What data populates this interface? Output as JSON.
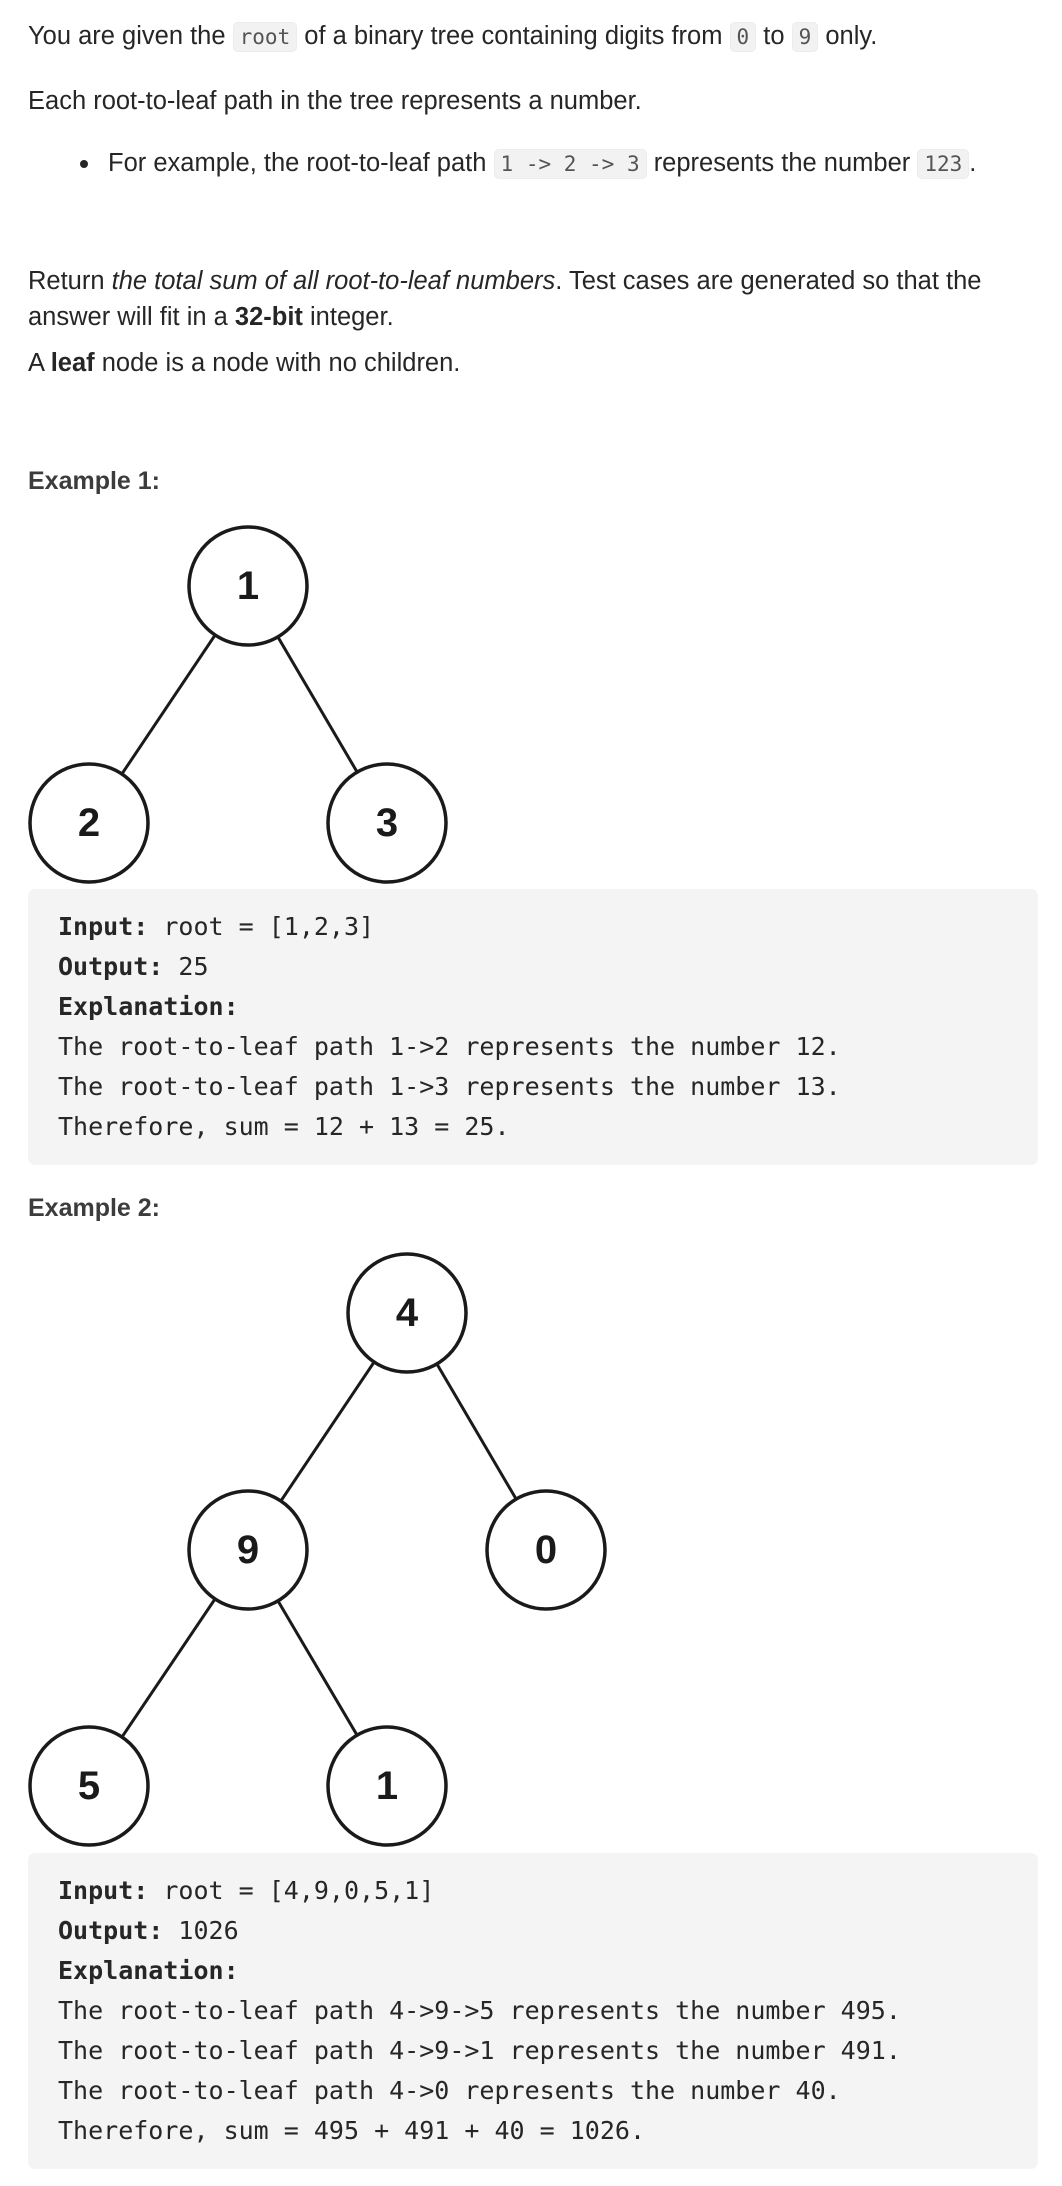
{
  "intro": {
    "p1_a": "You are given the ",
    "p1_code_root": "root",
    "p1_b": " of a binary tree containing digits from ",
    "p1_code_0": "0",
    "p1_c": " to ",
    "p1_code_9": "9",
    "p1_d": " only.",
    "p2": "Each root-to-leaf path in the tree represents a number.",
    "bullet_a": "For example, the root-to-leaf path ",
    "bullet_code_path": "1 -> 2 -> 3",
    "bullet_b": " represents the number ",
    "bullet_code_num": "123",
    "bullet_c": ".",
    "p3_a": "Return ",
    "p3_em": "the total sum of all root-to-leaf numbers",
    "p3_b": ". Test cases are generated so that the answer will fit in a ",
    "p3_strong": "32-bit",
    "p3_c": " integer.",
    "p4_a": "A ",
    "p4_strong": "leaf",
    "p4_b": " node is a node with no children."
  },
  "example1": {
    "title": "Example 1:",
    "tree_nodes": [
      "1",
      "2",
      "3"
    ],
    "input_label": "Input:",
    "input_value": " root = [1,2,3]",
    "output_label": "Output:",
    "output_value": " 25",
    "explanation_label": "Explanation:",
    "lines": [
      "The root-to-leaf path 1->2 represents the number 12.",
      "The root-to-leaf path 1->3 represents the number 13.",
      "Therefore, sum = 12 + 13 = 25."
    ]
  },
  "example2": {
    "title": "Example 2:",
    "tree_nodes": [
      "4",
      "9",
      "0",
      "5",
      "1"
    ],
    "input_label": "Input:",
    "input_value": " root = [4,9,0,5,1]",
    "output_label": "Output:",
    "output_value": " 1026",
    "explanation_label": "Explanation:",
    "lines": [
      "The root-to-leaf path 4->9->5 represents the number 495.",
      "The root-to-leaf path 4->9->1 represents the number 491.",
      "The root-to-leaf path 4->0 represents the number 40.",
      "Therefore, sum = 495 + 491 + 40 = 1026."
    ]
  }
}
